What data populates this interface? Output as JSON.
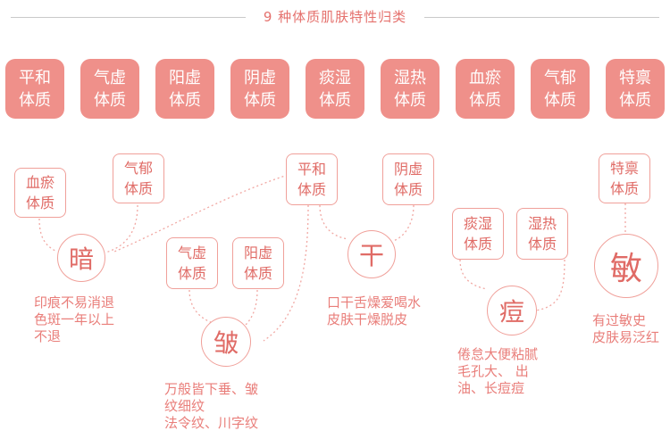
{
  "title": "9 种体质肌肤特性归类",
  "constitutions": [
    "平和体质",
    "气虚体质",
    "阳虚体质",
    "阴虚体质",
    "痰湿体质",
    "湿热体质",
    "血瘀体质",
    "气郁体质",
    "特禀体质"
  ],
  "groups": [
    {
      "symptom": "暗",
      "sources": [
        "血瘀体质",
        "气郁体质"
      ],
      "description": "印痕不易消退\n色斑一年以上\n不退"
    },
    {
      "symptom": "皱",
      "sources": [
        "气虚体质",
        "阳虚体质"
      ],
      "description": "万般皆下垂、皱\n纹细纹\n法令纹、川字纹"
    },
    {
      "symptom": "干",
      "sources": [
        "平和体质",
        "阴虚体质"
      ],
      "description": "口干舌燥爱喝水\n皮肤干燥脱皮"
    },
    {
      "symptom": "痘",
      "sources": [
        "痰湿体质",
        "湿热体质"
      ],
      "description": "倦怠大便粘腻\n毛孔大、 出\n油、长痘痘"
    },
    {
      "symptom": "敏",
      "sources": [
        "特禀体质"
      ],
      "description": "有过敏史\n皮肤易泛红"
    }
  ]
}
